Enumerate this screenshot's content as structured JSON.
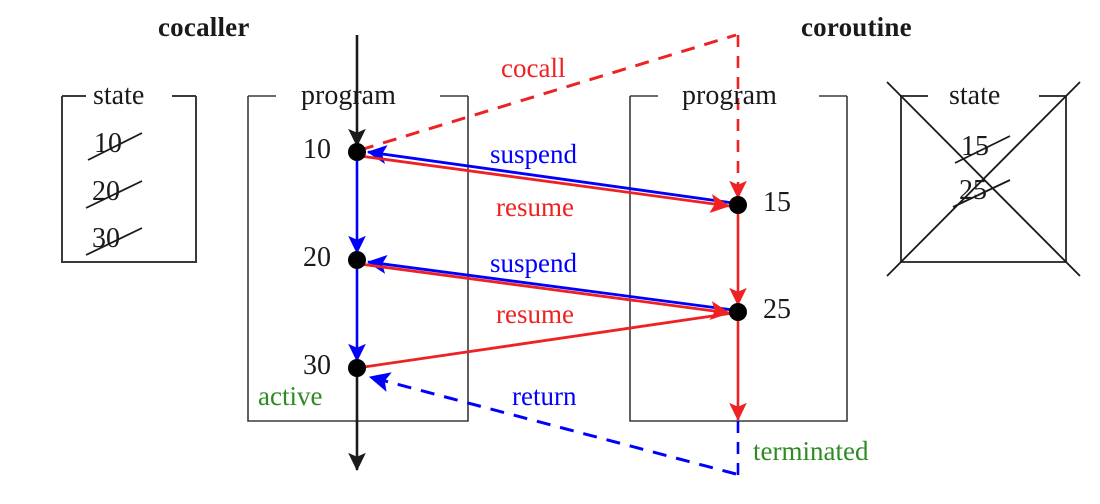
{
  "diagram": {
    "title_left": "cocaller",
    "title_right": "coroutine",
    "colors": {
      "cocall": "#ee2222",
      "resume": "#ee2222",
      "suspend": "#0000ff",
      "return": "#0000ff",
      "status": "#2e8b22",
      "line": "#1a1a1a"
    }
  },
  "left_state_box": {
    "label": "state",
    "values": [
      "10",
      "20",
      "30"
    ],
    "struck_through": true
  },
  "right_state_box": {
    "label": "state",
    "values": [
      "15",
      "25"
    ],
    "struck_through": true,
    "crossed_out": true
  },
  "left_program_box": {
    "label": "program",
    "steps": [
      "10",
      "20",
      "30"
    ],
    "status": "active"
  },
  "right_program_box": {
    "label": "program",
    "steps": [
      "15",
      "25"
    ],
    "status": "terminated"
  },
  "edges": [
    {
      "label": "cocall",
      "color": "#ee2222",
      "style": "dashed",
      "from": "10",
      "to": "15"
    },
    {
      "label": "suspend",
      "color": "#0000ff",
      "style": "solid",
      "from": "15",
      "to": "10"
    },
    {
      "label": "resume",
      "color": "#ee2222",
      "style": "solid",
      "from": "10",
      "to": "15"
    },
    {
      "label": "suspend",
      "color": "#0000ff",
      "style": "solid",
      "from": "25",
      "to": "20"
    },
    {
      "label": "resume",
      "color": "#ee2222",
      "style": "solid",
      "from": "20",
      "to": "25"
    },
    {
      "label": "return",
      "color": "#0000ff",
      "style": "dashed",
      "from": "25",
      "to": "30"
    }
  ]
}
